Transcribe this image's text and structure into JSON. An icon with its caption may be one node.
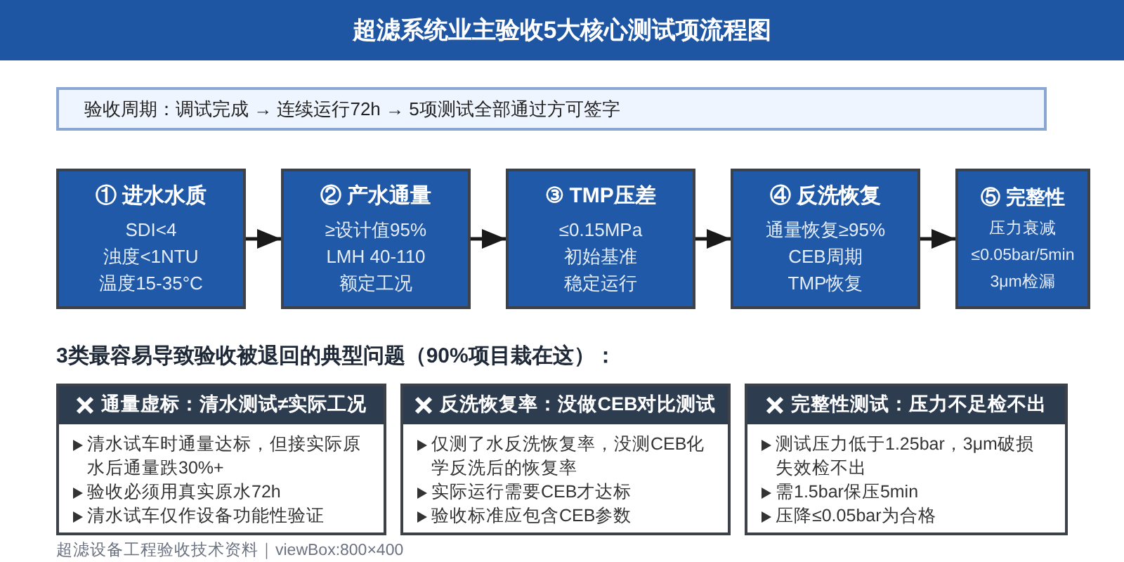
{
  "diagram": {
    "title": "超滤系统业主验收5大核心测试项流程图",
    "nodes": [
      {
        "text": [
          "验收周期：调试完成 → 连续运行72h → 5项测试全部通过方可签字"
        ]
      },
      {
        "text": [
          "① 进水水质",
          "SDI<4",
          "浊度<1NTU",
          "温度15-35°C"
        ]
      },
      {
        "text": [
          "② 产水通量",
          "≥设计值95%",
          "LMH 40-110",
          "额定工况"
        ]
      },
      {
        "text": [
          "③ TMP压差",
          "≤0.15MPa",
          "初始基准",
          "稳定运行"
        ]
      },
      {
        "text": [
          "④ 反洗恢复",
          "通量恢复≥95%",
          "CEB周期",
          "TMP恢复"
        ]
      },
      {
        "text": [
          "⑤ 完整性",
          "压力衰减",
          "≤0.05bar/5min",
          "3μm检漏"
        ]
      },
      {
        "text": [
          "通量虚标：清水测试≠实际工况",
          "清水试车时通量达标，但接实际原水后通量跌30%+",
          "验收必须用真实原水72h",
          "清水试车仅作设备功能性验证"
        ]
      },
      {
        "text": [
          "反洗恢复率：没做CEB对比测试",
          "仅测了水反洗恢复率，没测CEB化学反洗后的恢复率",
          "实际运行需要CEB才达标",
          "验收标准应包含CEB参数"
        ]
      },
      {
        "text": [
          "完整性测试：压力不足检不出",
          "测试压力低于1.25bar，3μm破损失效检不出",
          "需1.5bar保压5min",
          "压降≤0.05bar为合格"
        ]
      }
    ],
    "edges": [
      {
        "from": 1,
        "to": 2,
        "arrow": "to"
      },
      {
        "from": 2,
        "to": 3,
        "arrow": "to"
      },
      {
        "from": 3,
        "to": 4,
        "arrow": "to"
      },
      {
        "from": 4,
        "to": 5,
        "arrow": "to"
      }
    ],
    "labels": [
      "3类最容易导致验收被退回的典型问题（90%项目栽在这）：",
      "超滤设备工程验收技术资料｜viewBox:800×400"
    ]
  }
}
